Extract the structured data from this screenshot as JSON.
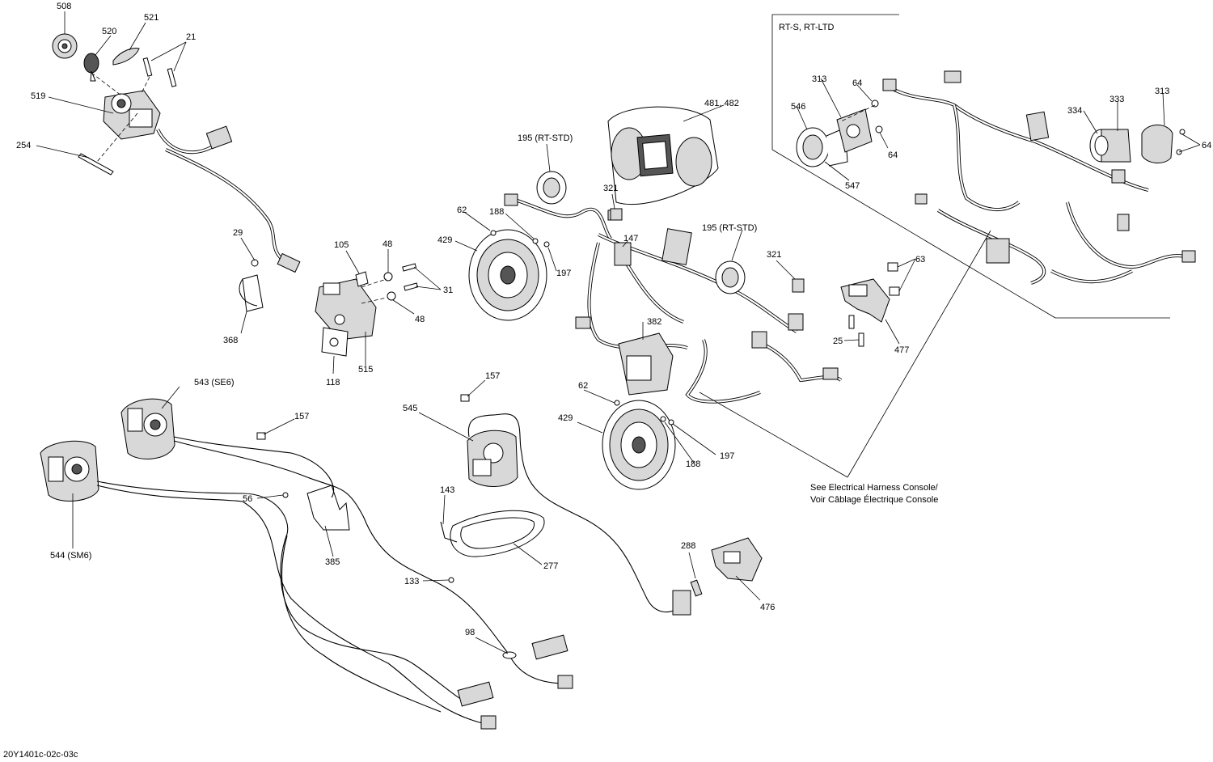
{
  "diagram": {
    "drawing_code": "20Y1401c-02c-03c",
    "inset_title": "RT-S, RT-LTD",
    "note_line1": "See Electrical Harness Console/",
    "note_line2": "Voir Câblage Électrique Console",
    "callouts": {
      "c508": "508",
      "c521": "521",
      "c520": "520",
      "c21": "21",
      "c519": "519",
      "c254": "254",
      "c29": "29",
      "c368": "368",
      "c105": "105",
      "c48a": "48",
      "c48b": "48",
      "c31": "31",
      "c118": "118",
      "c515": "515",
      "c195a": "195 (RT-STD)",
      "c481": "481, 482",
      "c62a": "62",
      "c188a": "188",
      "c429a": "429",
      "c197a": "197",
      "c321a": "321",
      "c147": "147",
      "c195b": "195 (RT-STD)",
      "c321b": "321",
      "c382": "382",
      "c313a": "313",
      "c64a": "64",
      "c546": "546",
      "c64b": "64",
      "c547": "547",
      "c334": "334",
      "c333": "333",
      "c313b": "313",
      "c64c": "64",
      "c63": "63",
      "c477": "477",
      "c25": "25",
      "c543": "543 (SE6)",
      "c157a": "157",
      "c544": "544 (SM6)",
      "c56": "56",
      "c385": "385",
      "c133": "133",
      "c98": "98",
      "c157b": "157",
      "c545": "545",
      "c143": "143",
      "c277": "277",
      "c62b": "62",
      "c429b": "429",
      "c197b": "197",
      "c188b": "188",
      "c288": "288",
      "c476": "476"
    }
  }
}
